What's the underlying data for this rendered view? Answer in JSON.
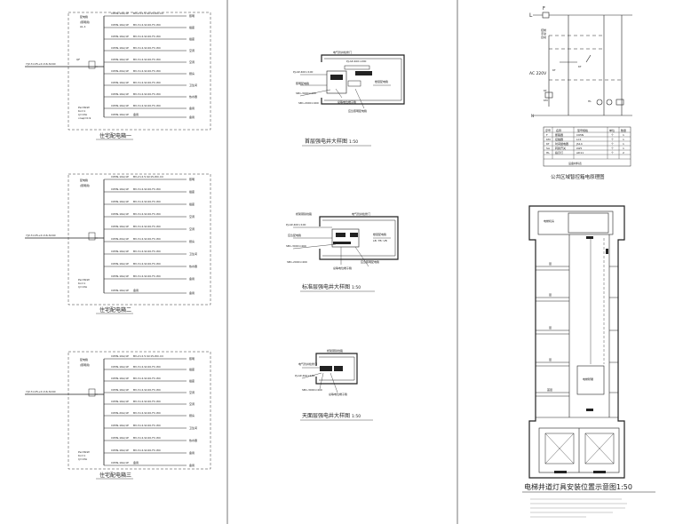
{
  "panels": {
    "left": {
      "captions": [
        "住宅配电箱一",
        "住宅配电箱二",
        "住宅配电箱三"
      ]
    },
    "middle": {
      "captions": [
        "首层强电井大样图",
        "标准层强电井大样图",
        "天面层强电井大样图"
      ],
      "scales": [
        "1:50",
        "1:50",
        "1:50"
      ]
    },
    "right": {
      "control_caption": "公共区域智控箱电原理图",
      "control_labels": {
        "L": "L",
        "F": "F",
        "N": "N",
        "ac": "AC 220V"
      },
      "elevator_caption": "电梯井道灯具安装位置示意图1:50"
    }
  }
}
